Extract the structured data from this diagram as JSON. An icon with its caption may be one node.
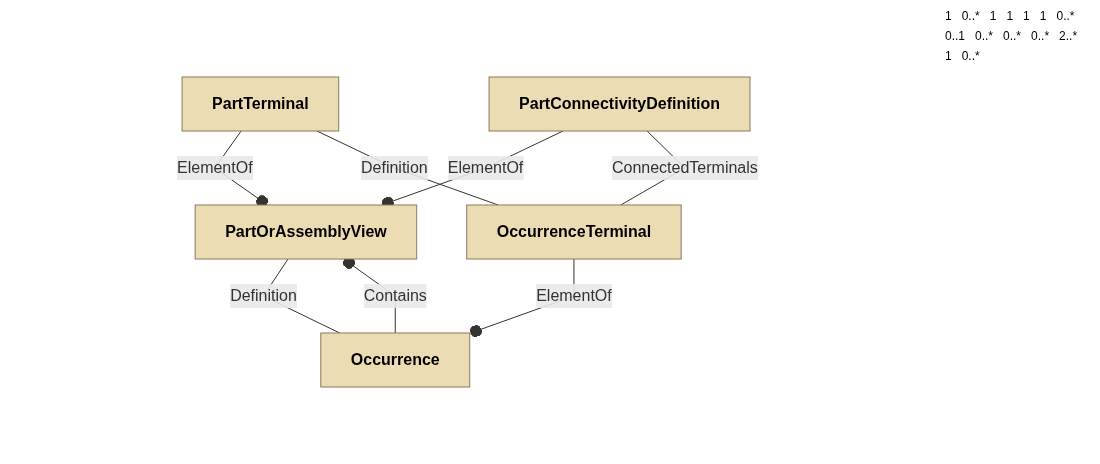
{
  "diagram": {
    "nodes": [
      {
        "text": [
          "PartOrAssemblyView"
        ]
      },
      {
        "text": [
          "PartTerminal"
        ]
      },
      {
        "text": [
          "PartConnectivityDefinition"
        ]
      },
      {
        "text": [
          "Occurrence"
        ]
      },
      {
        "text": [
          "OccurrenceTerminal"
        ]
      }
    ],
    "edges": [
      {
        "from": 0,
        "to": 1,
        "arrow": "other",
        "label": "ElementOf"
      },
      {
        "from": 0,
        "to": 2,
        "arrow": "other",
        "label": "ElementOf"
      },
      {
        "from": 0,
        "to": 3,
        "arrow": "none",
        "label": "Definition"
      },
      {
        "from": 0,
        "to": 3,
        "arrow": "other",
        "label": "Contains"
      },
      {
        "from": 1,
        "to": 4,
        "arrow": "none",
        "label": "Definition"
      },
      {
        "from": 2,
        "to": 4,
        "arrow": "none",
        "label": "ConnectedTerminals"
      },
      {
        "from": 3,
        "to": 4,
        "arrow": "other",
        "label": "ElementOf"
      }
    ],
    "labels": [
      "1",
      "0..*",
      "1",
      "1",
      "1",
      "1",
      "0..*",
      "0..1",
      "0..*",
      "0..*",
      "0..*",
      "2..*",
      "1",
      "0..*"
    ]
  }
}
